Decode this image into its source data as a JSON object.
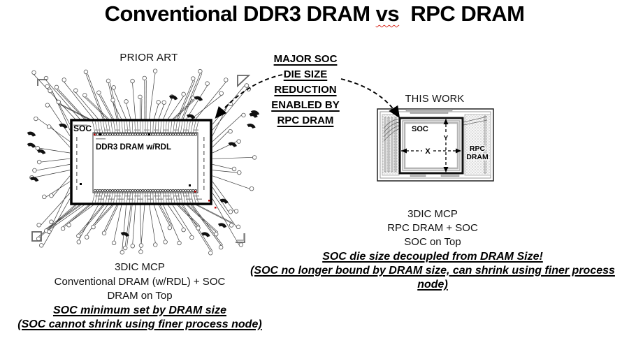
{
  "title": {
    "pre": "Conventional DDR3 DRAM ",
    "vs": "vs",
    "post": "  RPC DRAM"
  },
  "center_note": {
    "lines": [
      "MAJOR SOC",
      "DIE SIZE",
      "REDUCTION",
      "ENABLED BY",
      "RPC DRAM"
    ]
  },
  "left_panel": {
    "label": "PRIOR ART",
    "chip": {
      "soc_label": "SOC",
      "dram_label": "DDR3 DRAM w/RDL"
    },
    "caption": [
      "3DIC MCP",
      "Conventional DRAM (w/RDL) + SOC",
      "DRAM on Top"
    ],
    "emphasis": [
      "SOC minimum set by DRAM size",
      "(SOC cannot shrink using finer process node)"
    ]
  },
  "right_panel": {
    "label": "THIS WORK",
    "chip": {
      "soc_label": "SOC",
      "dram_line1": "RPC",
      "dram_line2": "DRAM",
      "x_dim_label": "X",
      "y_dim_label": "Y"
    },
    "caption": [
      "3DIC MCP",
      "RPC DRAM + SOC",
      "SOC on Top"
    ],
    "emphasis": [
      "SOC die size decoupled from DRAM Size!",
      "(SOC no longer bound by DRAM size, can shrink using finer process node)"
    ]
  },
  "colors": {
    "ink": "#000000",
    "squiggle_red": "#d93025",
    "mark_red": "#c00000",
    "gray": "#808080"
  }
}
